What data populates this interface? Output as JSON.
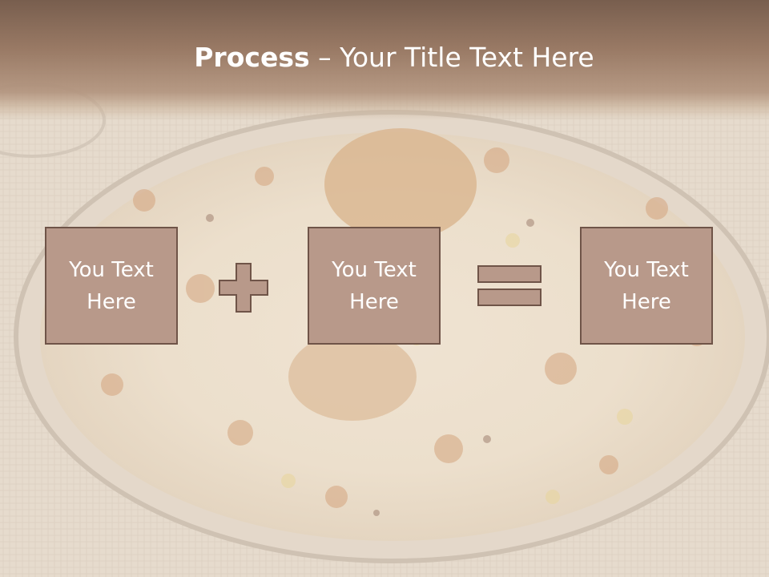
{
  "title": {
    "bold": "Process",
    "separator": " – ",
    "rest": "Your Title Text Here"
  },
  "boxes": [
    {
      "line1": "You Text",
      "line2": "Here"
    },
    {
      "line1": "You Text",
      "line2": "Here"
    },
    {
      "line1": "You Text",
      "line2": "Here"
    }
  ],
  "operators": [
    "plus-icon",
    "equals-icon"
  ],
  "colors": {
    "box_fill": "#b8998a",
    "box_border": "#6f5448",
    "title_band": "#7a5e4e",
    "text": "#ffffff"
  }
}
